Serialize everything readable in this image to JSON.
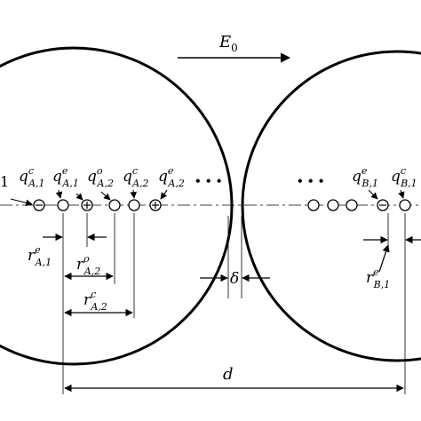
{
  "field_label": {
    "main": "E",
    "sub": "0"
  },
  "ellipsis_left": "• • •",
  "ellipsis_right": "• • •",
  "charges_left": [
    {
      "main": "q",
      "sup": "c",
      "sub": "A,1"
    },
    {
      "main": "q",
      "sup": "e",
      "sub": "A,1"
    },
    {
      "main": "q",
      "sup": "o",
      "sub": "A,2"
    },
    {
      "main": "q",
      "sup": "c",
      "sub": "A,2"
    },
    {
      "main": "q",
      "sup": "e",
      "sub": "A,2"
    }
  ],
  "charges_right": [
    {
      "main": "q",
      "sup": "e",
      "sub": "B,1"
    },
    {
      "main": "q",
      "sup": "c",
      "sub": "B,1"
    }
  ],
  "cut_label_left": "1",
  "radii": [
    {
      "main": "r",
      "sup": "e",
      "sub": "A,1"
    },
    {
      "main": "r",
      "sup": "o",
      "sub": "A,2"
    },
    {
      "main": "r",
      "sup": "c",
      "sub": "A,2"
    },
    {
      "main": "r",
      "sup": "e",
      "sub": "B,1"
    }
  ],
  "gap_label": "δ",
  "distance_label": "d"
}
